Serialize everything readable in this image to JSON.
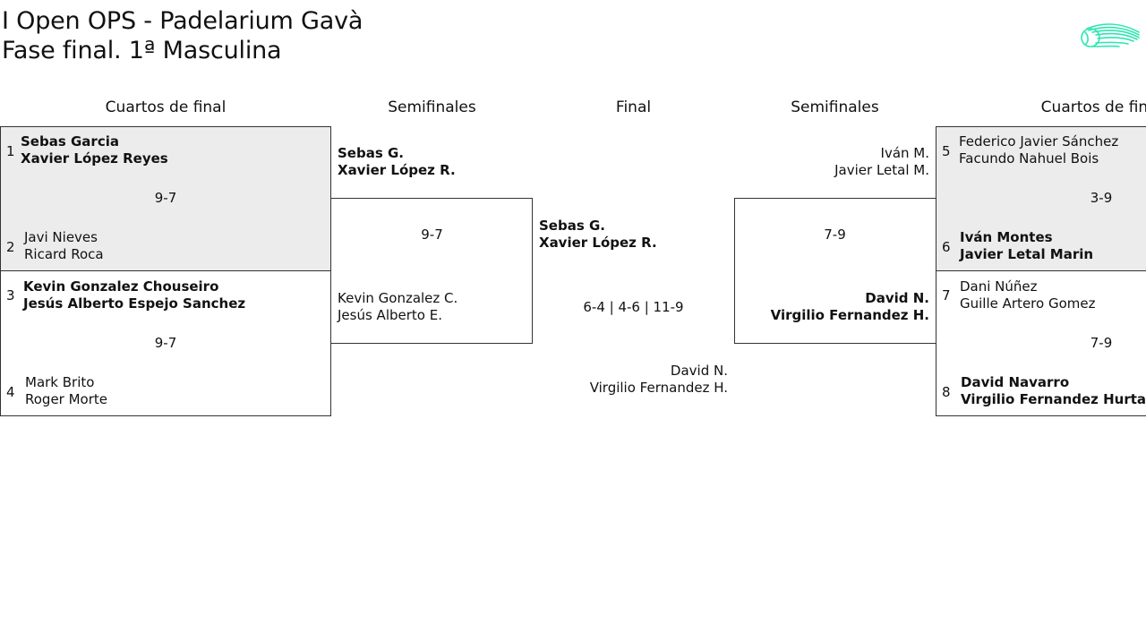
{
  "header": {
    "title_line1": "I Open OPS - Padelarium Gavà",
    "title_line2": "Fase final. 1ª Masculina",
    "logo_icon": "padel-ball-icon",
    "logo_color": "#2ee6b0"
  },
  "columns": {
    "qf_left": "Cuartos de final",
    "sf_left": "Semifinales",
    "final": "Final",
    "sf_right": "Semifinales",
    "qf_right": "Cuartos de final"
  },
  "qf_left": {
    "match1": {
      "top": {
        "seed": "1",
        "p1": "Sebas Garcia",
        "p2": "Xavier López Reyes"
      },
      "score": "9-7",
      "bottom": {
        "seed": "2",
        "p1": "Javi Nieves",
        "p2": "Ricard Roca"
      }
    },
    "match2": {
      "top": {
        "seed": "3",
        "p1": "Kevin Gonzalez Chouseiro",
        "p2": "Jesús Alberto Espejo Sanchez"
      },
      "score": "9-7",
      "bottom": {
        "seed": "4",
        "p1": "Mark Brito",
        "p2": "Roger Morte"
      }
    }
  },
  "sf_left": {
    "top": {
      "p1": "Sebas G.",
      "p2": "Xavier López R."
    },
    "score": "9-7",
    "bottom": {
      "p1": "Kevin Gonzalez C.",
      "p2": "Jesús Alberto E."
    }
  },
  "final": {
    "top": {
      "p1": "Sebas G.",
      "p2": "Xavier López R."
    },
    "score": "6-4 | 4-6 | 11-9",
    "bottom": {
      "p1": "David N.",
      "p2": "Virgilio Fernandez H."
    }
  },
  "sf_right": {
    "top": {
      "p1": "Iván M.",
      "p2": "Javier Letal M."
    },
    "score": "7-9",
    "bottom": {
      "p1": "David N.",
      "p2": "Virgilio Fernandez H."
    }
  },
  "qf_right": {
    "match1": {
      "top": {
        "seed": "5",
        "p1": "Federico Javier Sánchez",
        "p2": "Facundo Nahuel Bois"
      },
      "score": "3-9",
      "bottom": {
        "seed": "6",
        "p1": "Iván Montes",
        "p2": "Javier Letal Marin"
      }
    },
    "match2": {
      "top": {
        "seed": "7",
        "p1": "Dani Núñez",
        "p2": "Guille Artero Gomez"
      },
      "score": "7-9",
      "bottom": {
        "seed": "8",
        "p1": "David Navarro",
        "p2": "Virgilio Fernandez Hurtado"
      }
    }
  }
}
